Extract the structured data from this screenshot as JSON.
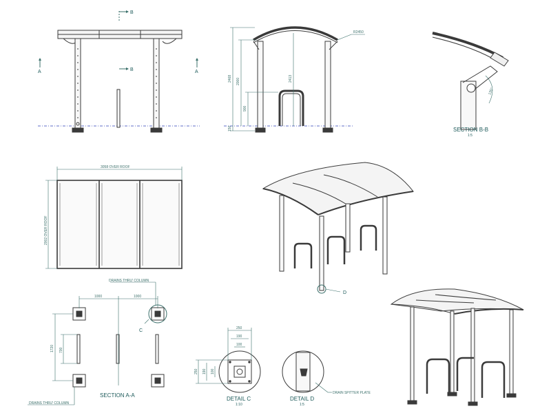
{
  "elevation": {
    "marker_b_top": "B",
    "marker_b_mid": "B",
    "marker_a_left": "A",
    "marker_a_right": "A"
  },
  "side_elevation": {
    "radius": "R2450",
    "dim_overall": "2468",
    "dim_column": "2000",
    "dim_inner": "2413",
    "dim_stand": "900",
    "dim_base": "150"
  },
  "section_bb": {
    "title": "SECTION B-B",
    "scale": "1:5",
    "angle": "135°"
  },
  "plan": {
    "width_label": "3058 OVER ROOF",
    "depth_label": "2002 OVER ROOF"
  },
  "section_aa": {
    "title": "SECTION A-A",
    "drains_top": "DRAINS THRU' COLUMN",
    "drains_bottom": "DRAINS THRU' COLUMN",
    "dim_left": "1000",
    "dim_right": "1000",
    "dim_depth": "1720",
    "dim_stand": "700",
    "callout": "C"
  },
  "detail_c": {
    "title": "DETAIL C",
    "scale": "1:10",
    "dim_250h": "250",
    "dim_190h": "190",
    "dim_100h": "100",
    "dim_250v": "250",
    "dim_190v": "190",
    "dim_100v": "100"
  },
  "detail_d": {
    "title": "DETAIL D",
    "scale": "1:5",
    "note": "DRAIN SPITTER PLATE"
  },
  "iso": {
    "callout": "D"
  },
  "colors": {
    "line": "#3a3a3a",
    "dim": "#3a6f6a",
    "ground": "#2b3fb8",
    "label": "#1d5a5a"
  }
}
